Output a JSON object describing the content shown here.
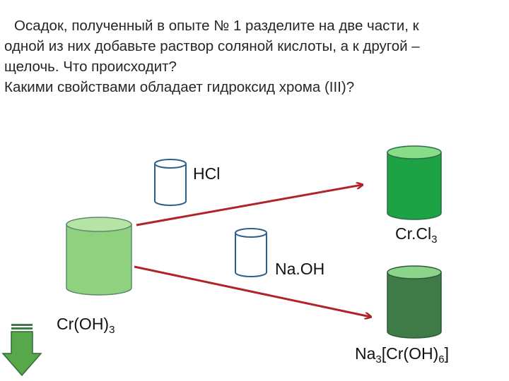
{
  "question": {
    "lines": [
      "Осадок, полученный в опыте № 1 разделите на две части, к",
      "одной из них добавьте раствор соляной кислоты, а к другой –",
      "щелочь. Что происходит?",
      "Какими свойствами обладает гидроксид хрома (III)?"
    ]
  },
  "labels": {
    "hcl": "HCl",
    "crcl3": {
      "base": "Cr.Cl",
      "sub": "3"
    },
    "naoh": "Na.OH",
    "croh3": {
      "base": "Cr(OH)",
      "sub": "3"
    },
    "product": {
      "p1": "Na",
      "s1": "3",
      "p2": "[Cr(OH)",
      "s2": "6",
      "p3": "]"
    }
  },
  "colors": {
    "arrow": "#b0232a",
    "hydroxide_light": "#8fd17e",
    "hydroxide_dark": "#5fae56",
    "chloride_fill": "#1da345",
    "chloride_top": "#88dd88",
    "complex_fill": "#3f7b46",
    "complex_top": "#8bd58b",
    "down_arrow": "#59a74b"
  }
}
